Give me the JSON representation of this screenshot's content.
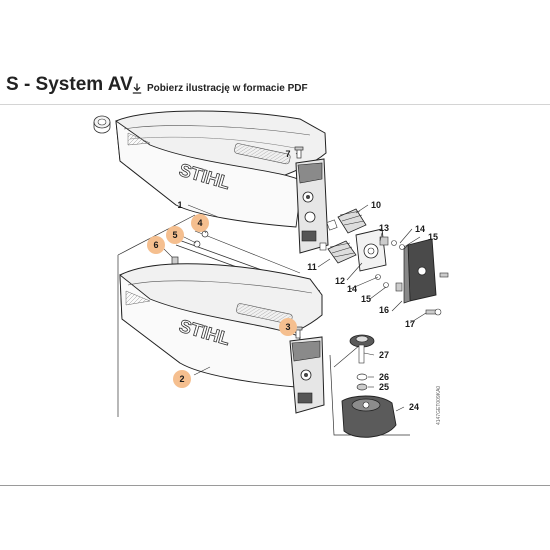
{
  "header": {
    "title": "S - System AV",
    "pdf_link_label": "Pobierz ilustrację w formacie PDF",
    "pdf_icon": "download-icon"
  },
  "diagram": {
    "brand_text": "STIHL",
    "drawing_code": "4147GET009KA0",
    "highlight_color": "#f5bf8f",
    "callouts": [
      {
        "id": "1",
        "label": "1",
        "highlighted": false
      },
      {
        "id": "2",
        "label": "2",
        "highlighted": true
      },
      {
        "id": "3",
        "label": "3",
        "highlighted": true
      },
      {
        "id": "4",
        "label": "4",
        "highlighted": true
      },
      {
        "id": "5",
        "label": "5",
        "highlighted": true
      },
      {
        "id": "6",
        "label": "6",
        "highlighted": true
      },
      {
        "id": "7",
        "label": "7",
        "highlighted": false
      },
      {
        "id": "10",
        "label": "10",
        "highlighted": false
      },
      {
        "id": "11",
        "label": "11",
        "highlighted": false
      },
      {
        "id": "12",
        "label": "12",
        "highlighted": false
      },
      {
        "id": "13",
        "label": "13",
        "highlighted": false
      },
      {
        "id": "14a",
        "label": "14",
        "highlighted": false
      },
      {
        "id": "14b",
        "label": "14",
        "highlighted": false
      },
      {
        "id": "15a",
        "label": "15",
        "highlighted": false
      },
      {
        "id": "15b",
        "label": "15",
        "highlighted": false
      },
      {
        "id": "16",
        "label": "16",
        "highlighted": false
      },
      {
        "id": "17",
        "label": "17",
        "highlighted": false
      },
      {
        "id": "24",
        "label": "24",
        "highlighted": false
      },
      {
        "id": "25",
        "label": "25",
        "highlighted": false
      },
      {
        "id": "26",
        "label": "26",
        "highlighted": false
      },
      {
        "id": "27",
        "label": "27",
        "highlighted": false
      }
    ]
  }
}
